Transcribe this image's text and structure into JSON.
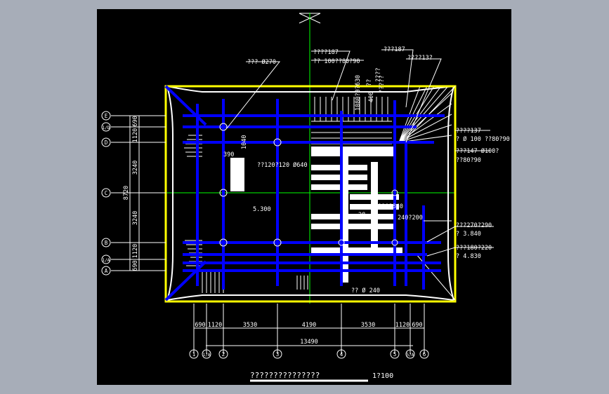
{
  "colors": {
    "background": "#a7adb8",
    "viewport": "#000000",
    "outline": "#ffff00",
    "members": "#0000ff",
    "lines": "#ffffff",
    "axis": "#00ff00"
  },
  "drawing": {
    "title": "???????????????",
    "scale": "1?100",
    "labels": {
      "l1": "??? Ø270",
      "l2": "????187",
      "l3": "?? 100??80?90",
      "l4": "???187",
      "l5": "????13?",
      "l6": "????137",
      "l7": "? Ø 100 ??80?90",
      "l8": "???147 Ø100?",
      "l9": "??80?90",
      "l10": "??120?120 Ø640",
      "l11": "5.300",
      "l12": "???270?290",
      "l13": "? 3.840",
      "l14": "???180?220",
      "l15": "? 4.830",
      "l16": "?? Ø 240",
      "l17": "390",
      "l18": "1040",
      "l19": "30????",
      "l20": "240?200",
      "l21": "1110?840",
      "l22": "28",
      "v1": "?????",
      "v2": "400",
      "v3": "1080?0?630",
      "v4": "??",
      "v5": "????"
    },
    "dims_bottom": [
      "690",
      "1120",
      "3530",
      "4190",
      "3530",
      "1120",
      "690"
    ],
    "dim_total_bottom": "13490",
    "dims_left": [
      "690",
      "1120",
      "3240",
      "3240",
      "1120",
      "690"
    ],
    "dim_total_left": "8720",
    "grid_bottom": [
      "1",
      "1/A",
      "2",
      "3",
      "4",
      "5",
      "5/A",
      "6"
    ],
    "grid_left": [
      "E",
      "1/D",
      "D",
      "C",
      "B",
      "1/A",
      "A"
    ]
  }
}
